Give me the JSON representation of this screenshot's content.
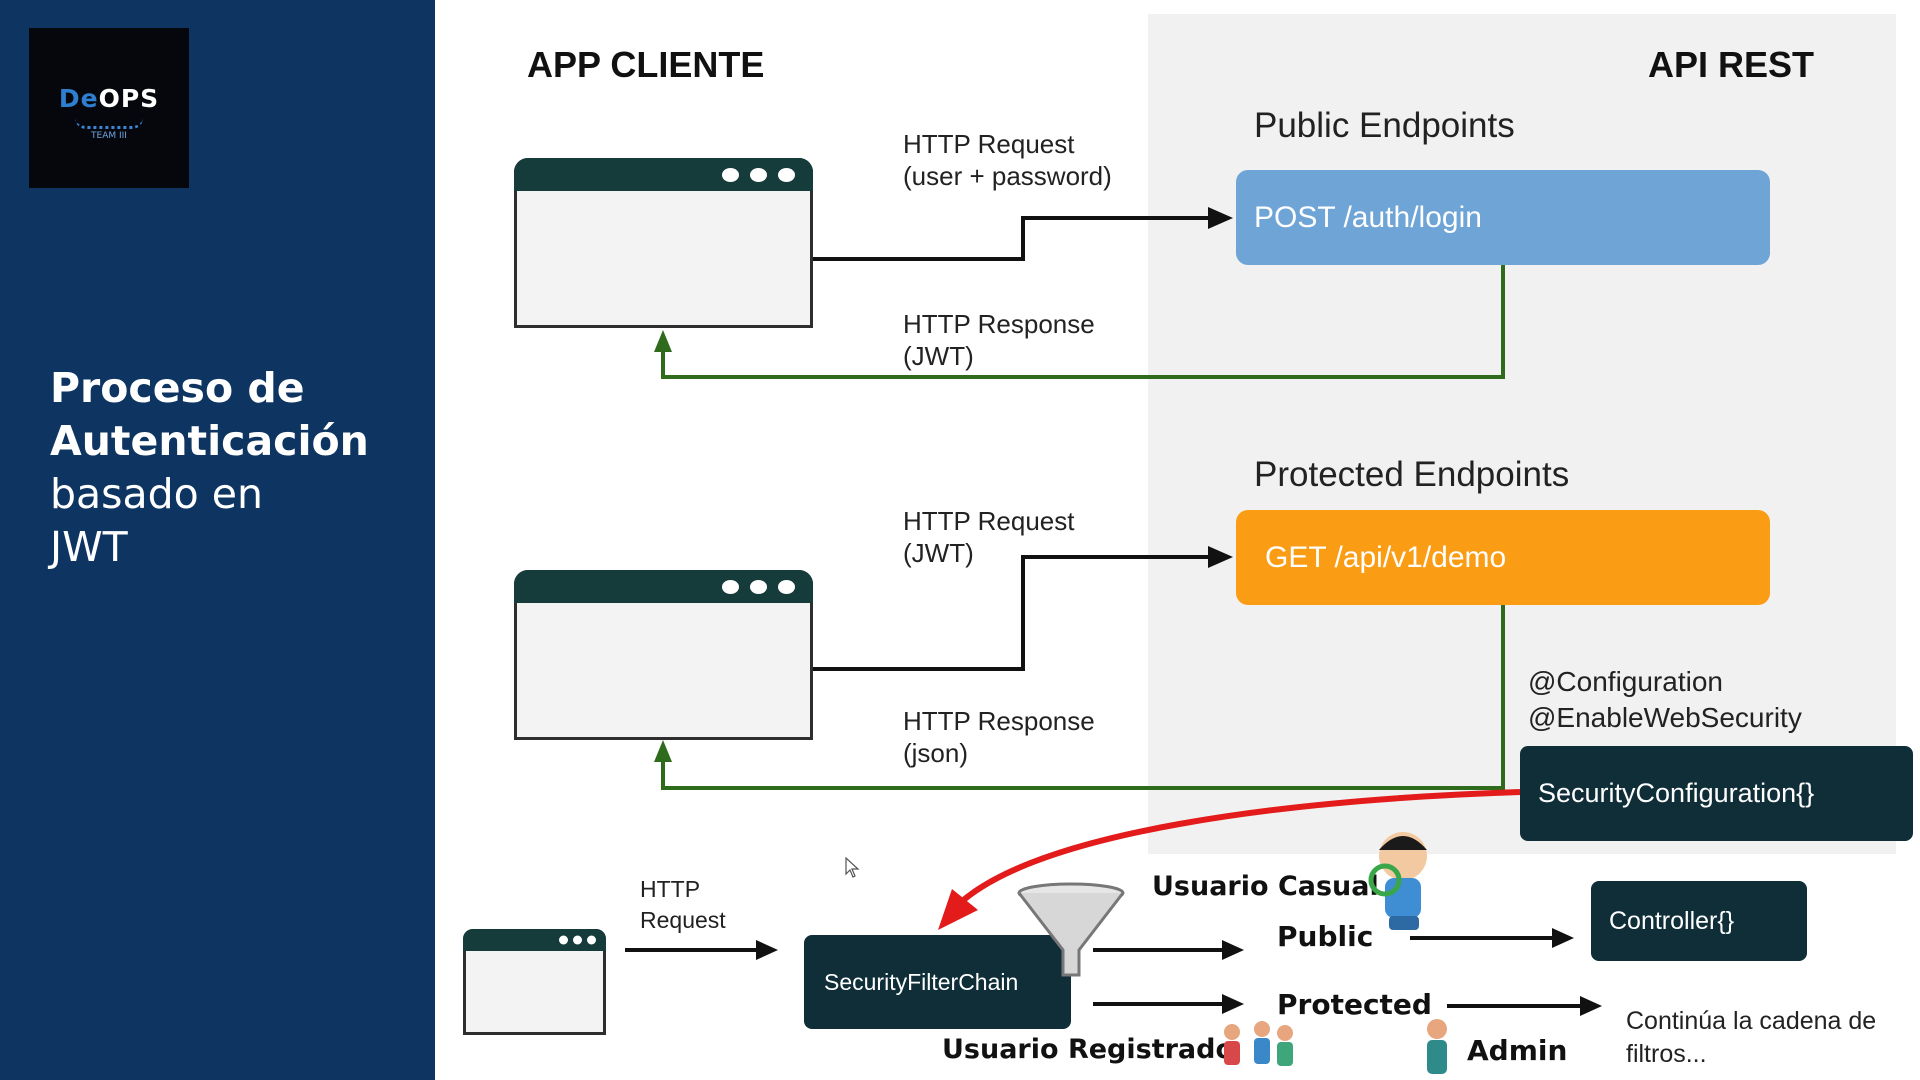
{
  "sidebar": {
    "logo": {
      "text_pre": "D",
      "text_e": "e",
      "text_ops": "OPS",
      "subtitle": "TEAM III"
    },
    "title": {
      "line1": "Proceso de",
      "line2": "Autenticación",
      "line3": "basado en",
      "line4": "JWT"
    }
  },
  "columns": {
    "client": "APP CLIENTE",
    "api": "API REST"
  },
  "public_section": {
    "heading": "Public Endpoints",
    "endpoint": "POST /auth/login",
    "request_label": [
      "HTTP Request",
      "(user + password)"
    ],
    "response_label": [
      "HTTP Response",
      "(JWT)"
    ]
  },
  "protected_section": {
    "heading": "Protected Endpoints",
    "endpoint": "GET /api/v1/demo",
    "request_label": [
      "HTTP Request",
      "(JWT)"
    ],
    "response_label": [
      "HTTP Response",
      "(json)"
    ],
    "annotations": [
      "@Configuration",
      "@EnableWebSecurity"
    ],
    "config_box": "SecurityConfiguration{}"
  },
  "filter_flow": {
    "request_label": [
      "HTTP",
      "Request"
    ],
    "filter_chain": "SecurityFilterChain",
    "casual_user": "Usuario Casual",
    "public": "Public",
    "protected": "Protected",
    "registered_user": "Usuario Registrado",
    "admin": "Admin",
    "controller": "Controller{}",
    "continue_text": [
      "Continúa la cadena de",
      "filtros..."
    ]
  },
  "colors": {
    "sidebar": "#0e3461",
    "public_endpoint": "#6fa4d6",
    "protected_endpoint": "#fb9d14",
    "dark_box": "#0f2e38",
    "response_line": "#2e6b1d",
    "highlight_arrow": "#e31b1b"
  },
  "icons": [
    "funnel-icon",
    "detective-icon",
    "people-group-icon",
    "admin-person-icon",
    "cursor-icon"
  ]
}
